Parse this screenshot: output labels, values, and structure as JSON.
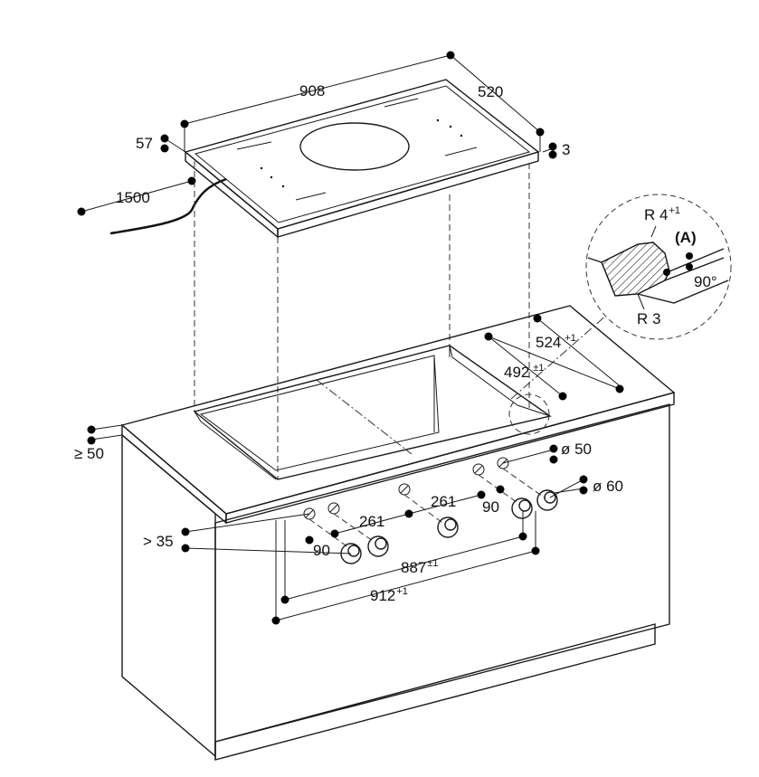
{
  "dimensions": {
    "width": "908",
    "depth": "520",
    "height": "57",
    "glass_edge": "3",
    "cable_length": "1500",
    "cutout_depth_outer": "524",
    "cutout_depth_outer_tol": "+1",
    "cutout_depth_inner": "492",
    "cutout_depth_inner_tol": "±1",
    "front_min": "≥ 50",
    "knob_min": "> 35",
    "knob_spacing_left": "261",
    "knob_spacing_right": "261",
    "knob_pair_left": "90",
    "knob_pair_right": "90",
    "cutout_width_inner": "887",
    "cutout_width_inner_tol": "±1",
    "cutout_width_outer": "912",
    "cutout_width_outer_tol": "+1",
    "hole_small": "ø 50",
    "hole_large": "ø 60"
  },
  "detail": {
    "radius_top": "R 4",
    "radius_top_tol": "+1",
    "label": "(A)",
    "angle": "90°",
    "radius_bottom": "R 3"
  }
}
